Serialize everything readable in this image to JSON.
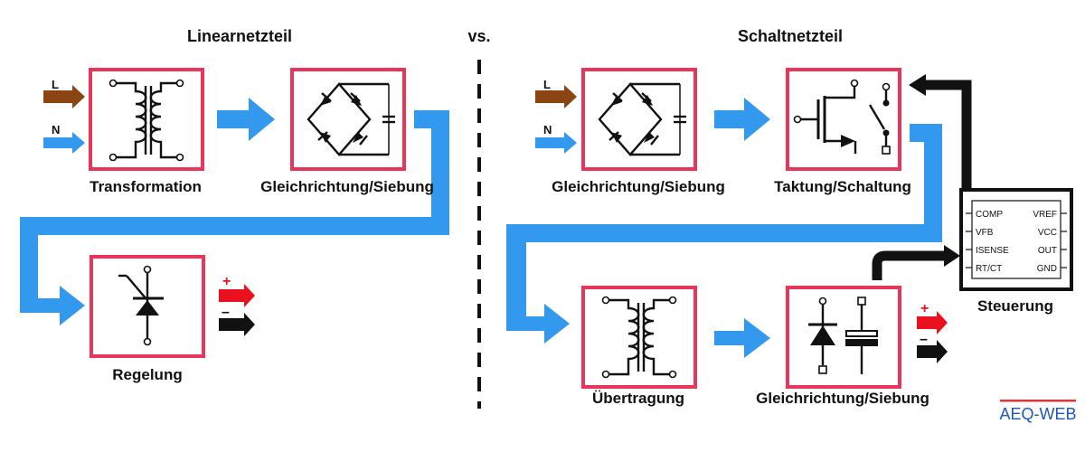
{
  "titles": {
    "linear": "Linearnetzteil",
    "versus": "vs.",
    "switching": "Schaltnetzteil"
  },
  "inputs": {
    "live": "L",
    "neutral": "N"
  },
  "outputs": {
    "plus": "+",
    "minus": "–"
  },
  "linear_blocks": {
    "transformation": "Transformation",
    "rectification": "Gleichrichtung/Siebung",
    "regulation": "Regelung"
  },
  "switching_blocks": {
    "rectification_in": "Gleichrichtung/Siebung",
    "switching": "Taktung/Schaltung",
    "transfer": "Übertragung",
    "rectification_out": "Gleichrichtung/Siebung",
    "control": "Steuerung"
  },
  "controller_pins": {
    "left": [
      "COMP",
      "VFB",
      "ISENSE",
      "RT/CT"
    ],
    "right": [
      "VREF",
      "VCC",
      "OUT",
      "GND"
    ]
  },
  "logo": "AEQ-WEB",
  "colors": {
    "block_border": "#e8365a",
    "flow_arrow": "#3399ee",
    "live": "#8b4513",
    "neutral": "#3399ee",
    "plus": "#e8111d",
    "minus": "#111111",
    "logo_text": "#1f57b8",
    "logo_bar": "#d9383a"
  }
}
